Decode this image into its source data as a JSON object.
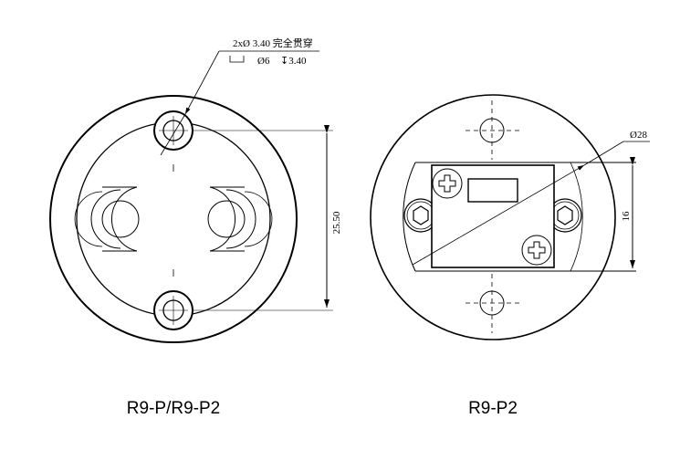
{
  "left_view": {
    "callout_line1": "2xØ 3.40 完全贯穿",
    "callout_line2_counterbore": "Ø6",
    "callout_line2_depth": "↧3.40",
    "dimension_vertical": "25.50",
    "caption": "R9-P/R9-P2"
  },
  "right_view": {
    "diameter_label": "Ø28",
    "dimension_vertical": "16",
    "caption": "R9-P2"
  }
}
